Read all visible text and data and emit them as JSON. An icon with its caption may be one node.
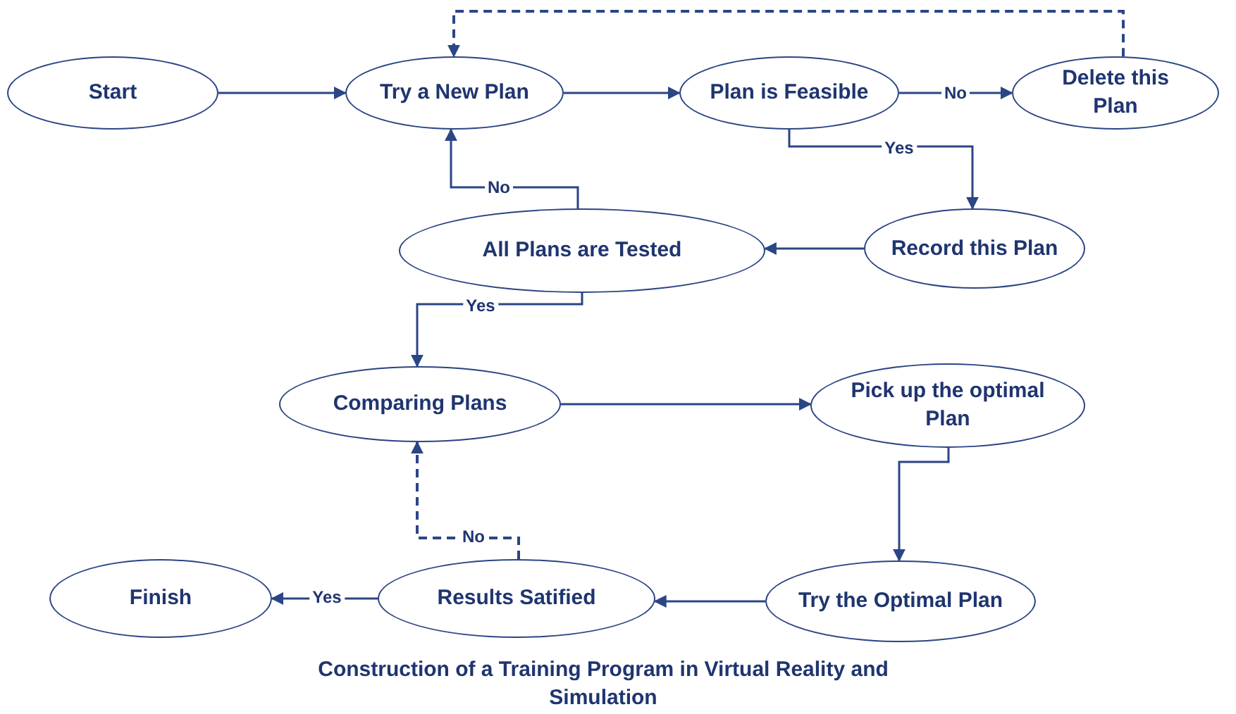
{
  "diagram": {
    "caption": "Construction of a Training Program in Virtual Reality and Simulation",
    "nodes": [
      {
        "text": [
          "Start"
        ]
      },
      {
        "text": [
          "Try a New Plan"
        ]
      },
      {
        "text": [
          "Plan is Feasible"
        ]
      },
      {
        "text": [
          "Delete this Plan"
        ]
      },
      {
        "text": [
          "Record this Plan"
        ]
      },
      {
        "text": [
          "All Plans are Tested"
        ]
      },
      {
        "text": [
          "Comparing Plans"
        ]
      },
      {
        "text": [
          "Pick up the optimal Plan"
        ]
      },
      {
        "text": [
          "Try the Optimal Plan"
        ]
      },
      {
        "text": [
          "Results Satified"
        ]
      },
      {
        "text": [
          "Finish"
        ]
      }
    ],
    "edges": [
      {
        "from": 0,
        "to": 1,
        "arrow": "to"
      },
      {
        "from": 1,
        "to": 2,
        "arrow": "to"
      },
      {
        "from": 2,
        "to": 3,
        "arrow": "to",
        "label": "No"
      },
      {
        "from": 3,
        "to": 1,
        "arrow": "to",
        "style": "dashed"
      },
      {
        "from": 2,
        "to": 4,
        "arrow": "to",
        "label": "Yes"
      },
      {
        "from": 4,
        "to": 5,
        "arrow": "to"
      },
      {
        "from": 5,
        "to": 1,
        "arrow": "to",
        "label": "No"
      },
      {
        "from": 5,
        "to": 6,
        "arrow": "to",
        "label": "Yes"
      },
      {
        "from": 6,
        "to": 7,
        "arrow": "to"
      },
      {
        "from": 7,
        "to": 8,
        "arrow": "to"
      },
      {
        "from": 8,
        "to": 9,
        "arrow": "to"
      },
      {
        "from": 9,
        "to": 6,
        "arrow": "to",
        "label": "No",
        "style": "dashed"
      },
      {
        "from": 9,
        "to": 10,
        "arrow": "to",
        "label": "Yes"
      }
    ]
  }
}
